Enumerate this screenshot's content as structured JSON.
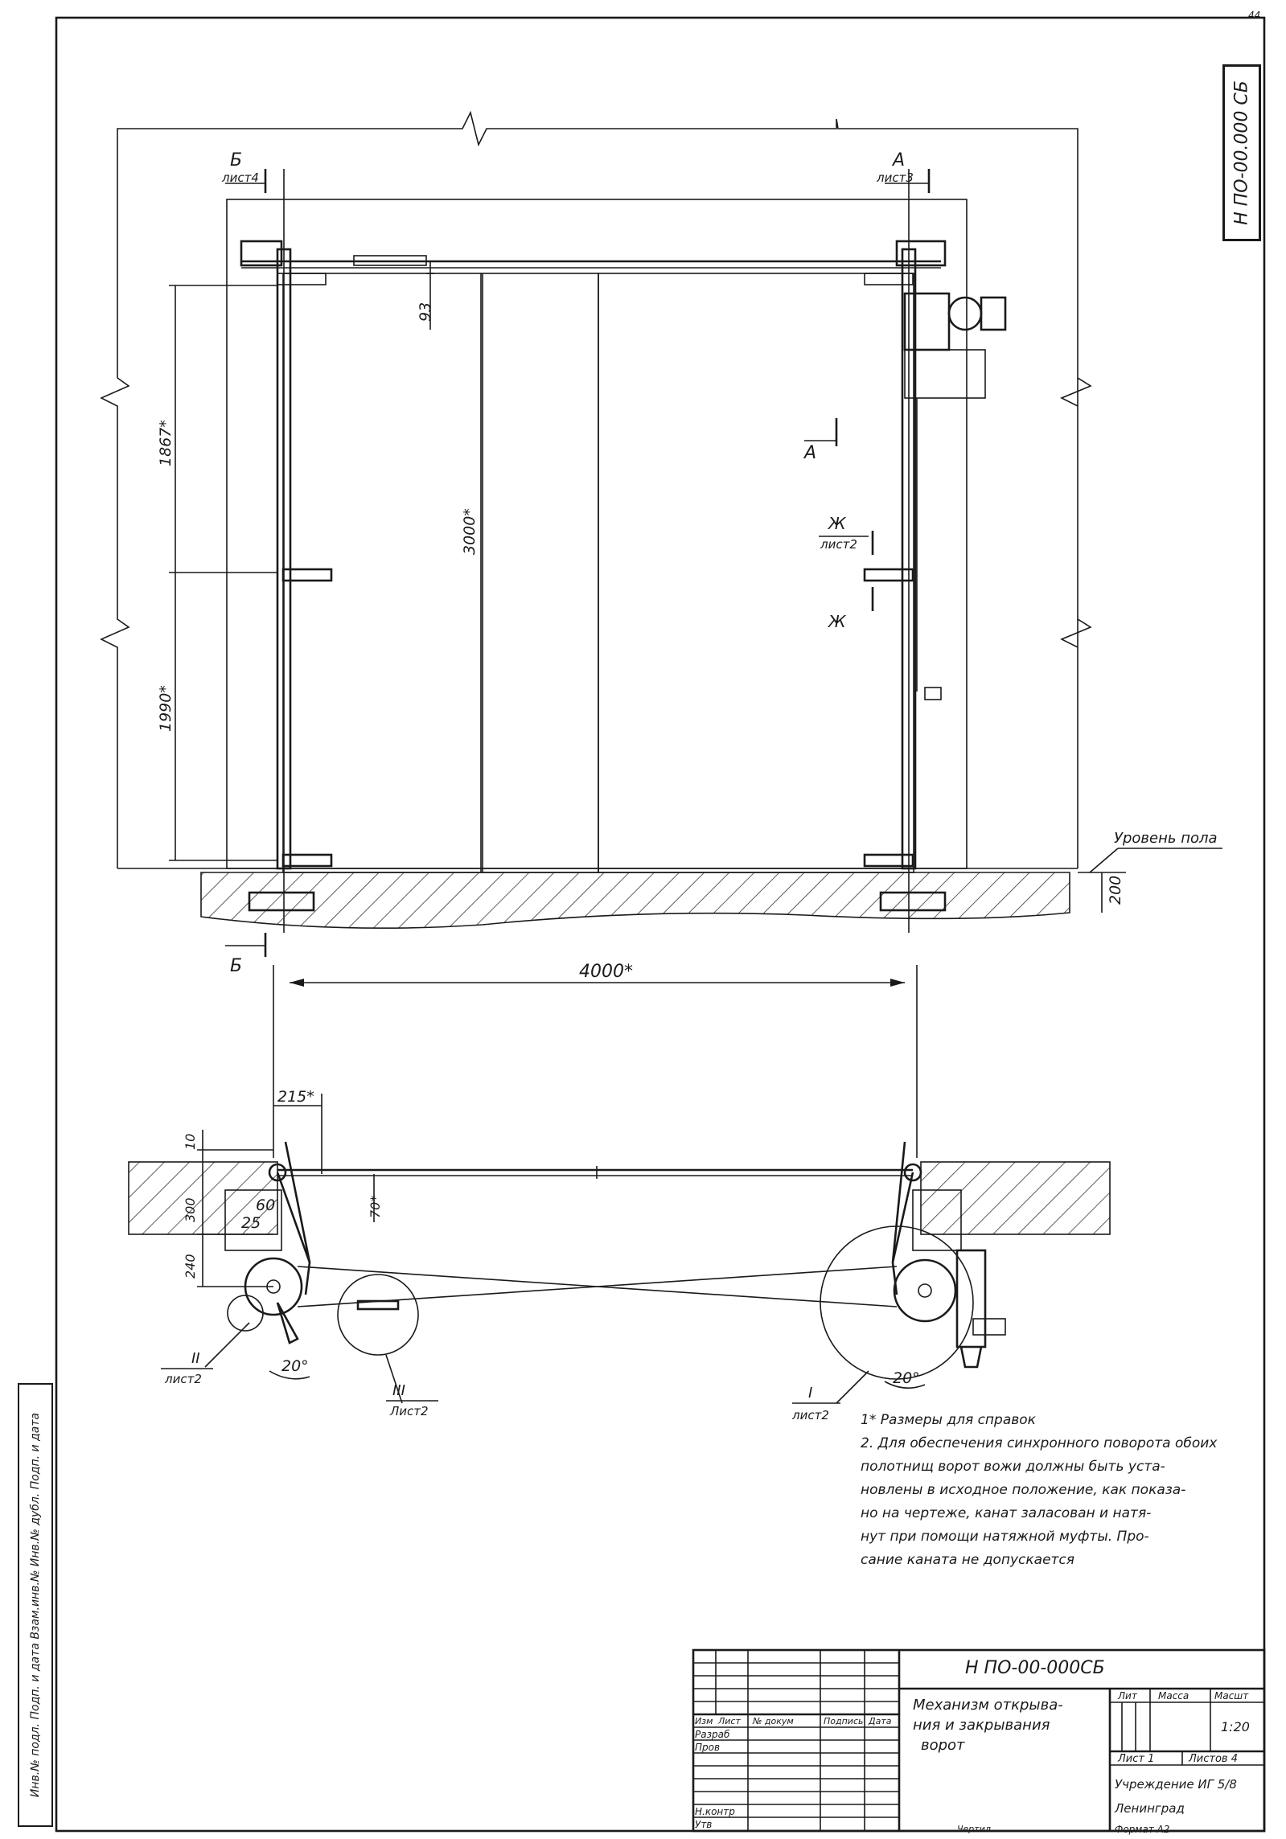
{
  "page_number": "44",
  "stamp_code": "Н ПО-00.000 СБ",
  "dimensions": {
    "d93": "93",
    "d1867": "1867*",
    "d3000": "3000*",
    "d1990": "1990*",
    "d4000": "4000*",
    "d200": "200",
    "d215": "215*",
    "d10": "10",
    "d70": "70*",
    "d60": "60",
    "d25": "25",
    "d300": "300",
    "d240": "240",
    "d20a": "20°",
    "d20b": "20°"
  },
  "section_marks": {
    "b_top": "Б",
    "b_top_sheet": "лист4",
    "a_top": "А",
    "a_top_sheet": "лист3",
    "a_mid": "А",
    "zh_top": "Ж",
    "zh_sheet": "лист2",
    "zh_bot": "Ж",
    "b_bottom": "Б",
    "floor_level": "Уровень пола"
  },
  "callouts": {
    "ii_num": "II",
    "ii_sheet": "лист2",
    "iii_num": "III",
    "iii_sheet": "Лист2",
    "i_num": "I",
    "i_sheet": "лист2"
  },
  "notes": [
    "1* Размеры для справок",
    "2. Для обеспечения синхронного поворота обоих",
    "полотнищ ворот вожи должны быть уста-",
    "новлены в исходное положение, как показа-",
    "но на чертеже, канат заласован и натя-",
    "нут при помощи натяжной муфты. Про-",
    "сание каната не допускается"
  ],
  "left_margin_stamp": "Инв.№ подл.   Подп. и дата   Взам.инв.№   Инв.№ дубл.   Подп. и дата",
  "title_block": {
    "doc_code": "Н ПО-00-000СБ",
    "title_line1": "Механизм открыва-",
    "title_line2": "ния и закрывания",
    "title_line3": "ворот",
    "col_izm": "Изм",
    "col_list": "Лист",
    "col_doc": "№ докум",
    "col_sign": "Подпись",
    "col_date": "Дата",
    "row_razrab": "Разраб",
    "row_prov": "Пров",
    "row_nkontr": "Н.контр",
    "row_utv": "Утв",
    "lit_header": "Лит",
    "mass_header": "Масса",
    "scale_header": "Масшт",
    "scale_value": "1:20",
    "sheet": "Лист 1",
    "sheets": "Листов 4",
    "org_line1": "Учреждение ИГ 5/8",
    "org_line2": "Ленинград",
    "format_label": "Формат А2",
    "bottom_label": "Чертил"
  }
}
